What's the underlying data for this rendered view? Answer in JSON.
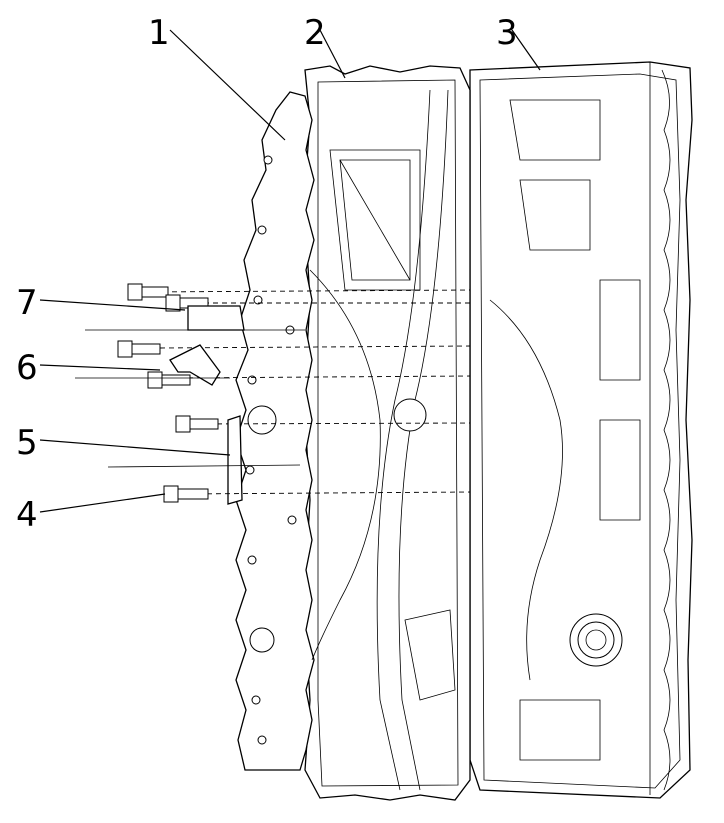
{
  "callouts": [
    "1",
    "2",
    "3",
    "4",
    "5",
    "6",
    "7"
  ]
}
